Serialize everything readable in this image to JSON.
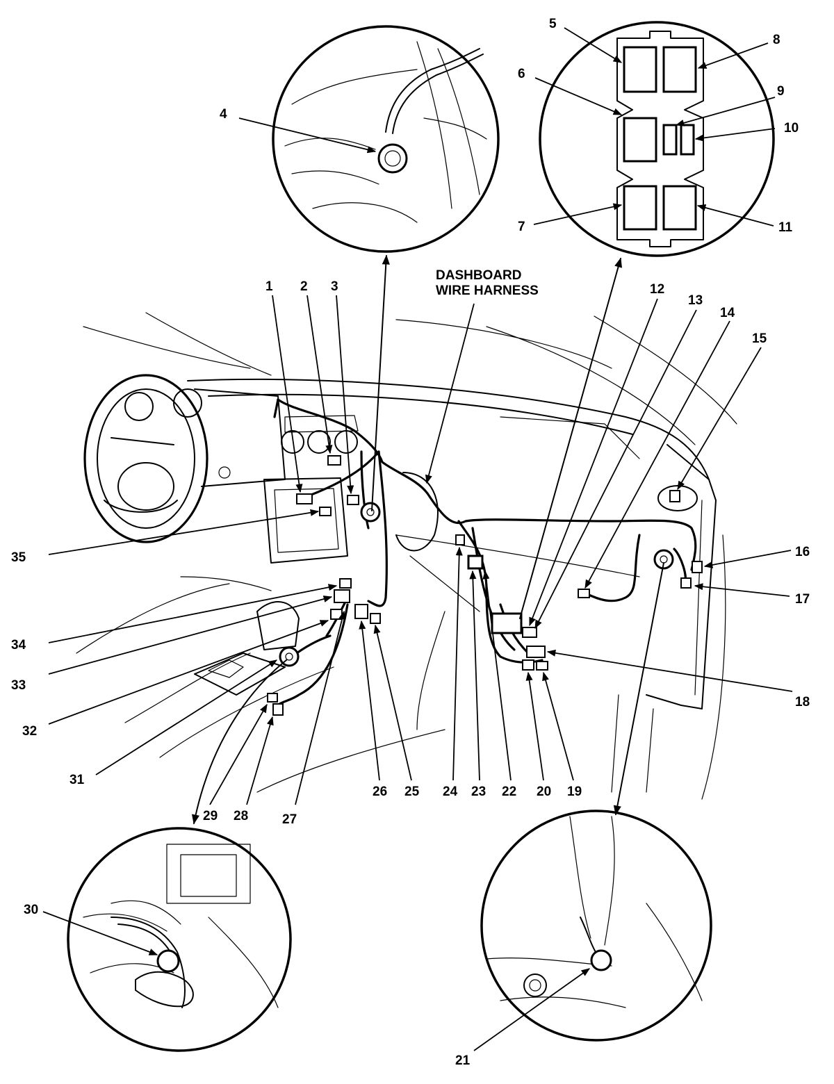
{
  "diagram": {
    "harness_label_line1": "DASHBOARD",
    "harness_label_line2": "WIRE HARNESS",
    "callouts": {
      "c1": "1",
      "c2": "2",
      "c3": "3",
      "c4": "4",
      "c5": "5",
      "c6": "6",
      "c7": "7",
      "c8": "8",
      "c9": "9",
      "c10": "10",
      "c11": "11",
      "c12": "12",
      "c13": "13",
      "c14": "14",
      "c15": "15",
      "c16": "16",
      "c17": "17",
      "c18": "18",
      "c19": "19",
      "c20": "20",
      "c21": "21",
      "c22": "22",
      "c23": "23",
      "c24": "24",
      "c25": "25",
      "c26": "26",
      "c27": "27",
      "c28": "28",
      "c29": "29",
      "c30": "30",
      "c31": "31",
      "c32": "32",
      "c33": "33",
      "c34": "34",
      "c35": "35"
    }
  }
}
